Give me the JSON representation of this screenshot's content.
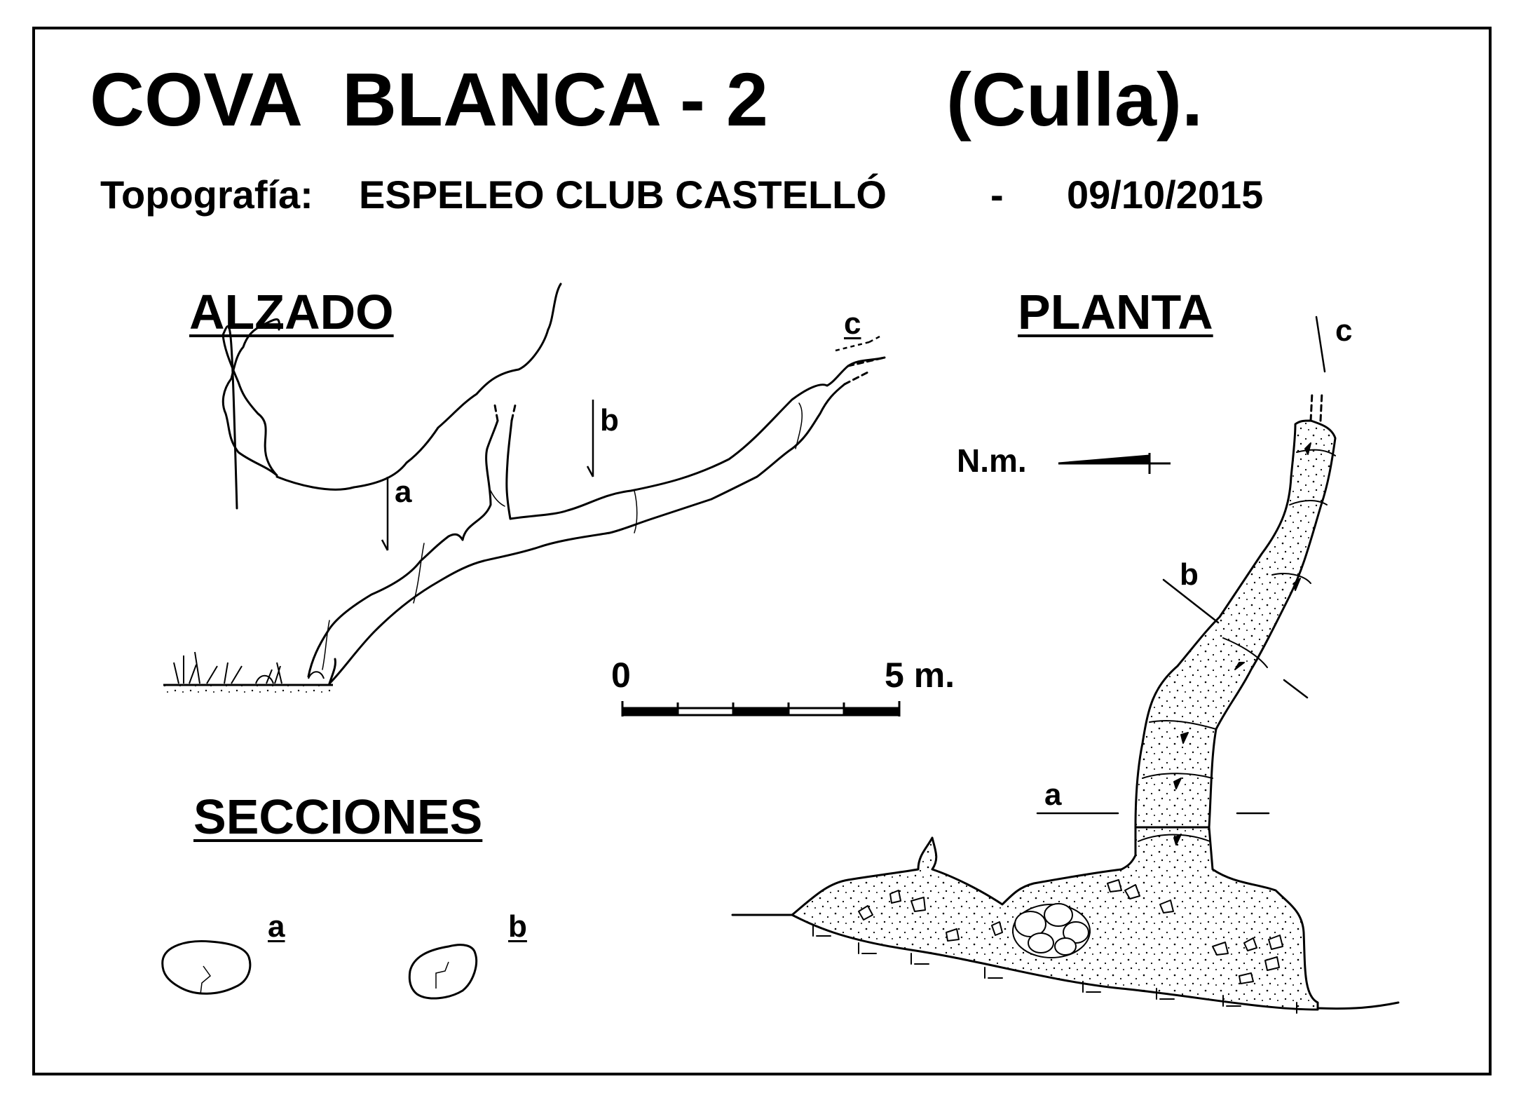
{
  "title": {
    "cave": "COVA  BLANCA - 2",
    "place": "(Culla)."
  },
  "subtitle": {
    "label": "Topografía:",
    "club": "ESPELEO CLUB CASTELLÓ",
    "separator": "-",
    "date": "09/10/2015"
  },
  "headings": {
    "elevation": "ALZADO",
    "plan": "PLANTA",
    "sections": "SECCIONES"
  },
  "elevation_markers": {
    "a": "a",
    "b": "b",
    "c": "c"
  },
  "plan_markers": {
    "a": "a",
    "b": "b",
    "c": "c"
  },
  "section_labels": {
    "a": "a",
    "b": "b"
  },
  "north": {
    "label": "N.m."
  },
  "scale": {
    "start": "0",
    "end": "5 m."
  },
  "colors": {
    "ink": "#000000",
    "paper": "#ffffff"
  }
}
